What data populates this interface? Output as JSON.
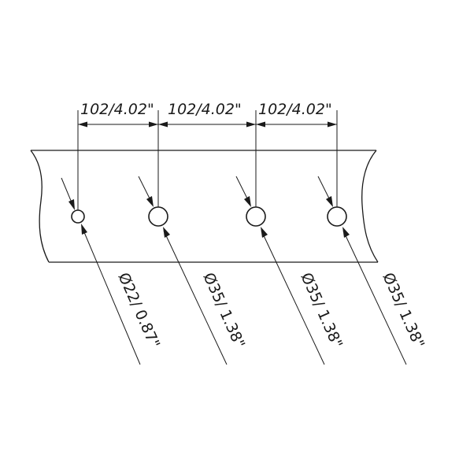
{
  "spacing": {
    "labels": [
      "102/4.02\"",
      "102/4.02\"",
      "102/4.02\""
    ]
  },
  "holes": [
    {
      "id": "hole-1",
      "label": "Ø22/ 0.87\""
    },
    {
      "id": "hole-2",
      "label": "Ø35/ 1.38\""
    },
    {
      "id": "hole-3",
      "label": "Ø35/ 1.38\""
    },
    {
      "id": "hole-4",
      "label": "Ø35/ 1.38\""
    }
  ],
  "colors": {
    "ink": "#1a1a1a",
    "background": "#ffffff"
  }
}
